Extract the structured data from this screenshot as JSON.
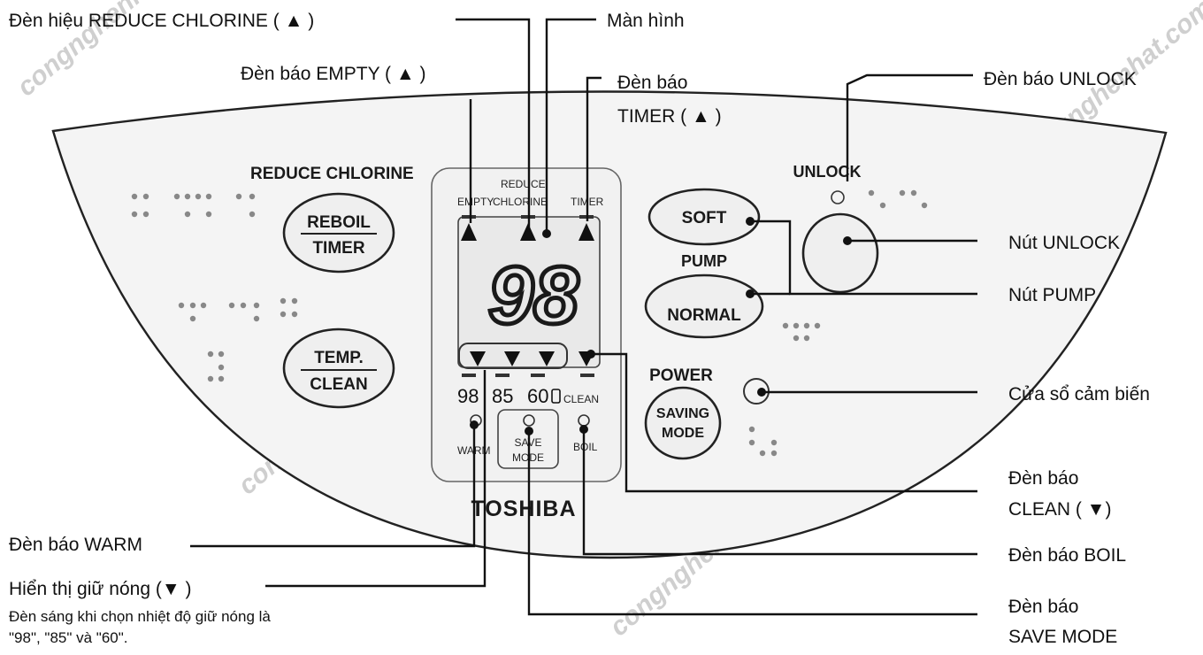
{
  "labels": {
    "reduce_chlorine_lamp": "Đèn hiệu REDUCE CHLORINE ( ▲ )",
    "screen": "Màn hình",
    "empty_lamp": "Đèn báo EMPTY ( ▲ )",
    "timer_lamp_1": "Đèn báo",
    "timer_lamp_2": "TIMER ( ▲ )",
    "unlock_lamp": "Đèn báo UNLOCK",
    "unlock_button": "Nút UNLOCK",
    "pump_button": "Nút PUMP",
    "sensor_window": "Cửa sổ cảm biến",
    "clean_lamp_1": "Đèn báo",
    "clean_lamp_2": "CLEAN ( ▼)",
    "boil_lamp": "Đèn báo BOIL",
    "save_mode_lamp_1": "Đèn báo",
    "save_mode_lamp_2": "SAVE MODE",
    "warm_lamp": "Đèn báo WARM",
    "keep_warm_display": "Hiển thị giữ nóng (▼ )",
    "keep_warm_note_1": "Đèn sáng khi chọn nhiệt độ giữ nóng là",
    "keep_warm_note_2": "\"98\", \"85\" và \"60\"."
  },
  "panel": {
    "reduce_chlorine": "REDUCE CHLORINE",
    "reboil": "REBOIL",
    "timer": "TIMER",
    "temp": "TEMP.",
    "clean": "CLEAN",
    "lcd_empty": "EMPTY",
    "lcd_reduce": "REDUCE",
    "lcd_chlorine": "CHLORINE",
    "lcd_timer": "TIMER",
    "digits": "98",
    "temp_98": "98",
    "temp_85": "85",
    "temp_60": "60",
    "lcd_clean": "CLEAN",
    "warm": "WARM",
    "save": "SAVE",
    "mode": "MODE",
    "boil": "BOIL",
    "brand": "TOSHIBA",
    "soft": "SOFT",
    "pump": "PUMP",
    "normal": "NORMAL",
    "power": "POWER",
    "saving": "SAVING",
    "saving_mode": "MODE",
    "unlock": "UNLOCK"
  },
  "watermark": "congnghenhat.com"
}
